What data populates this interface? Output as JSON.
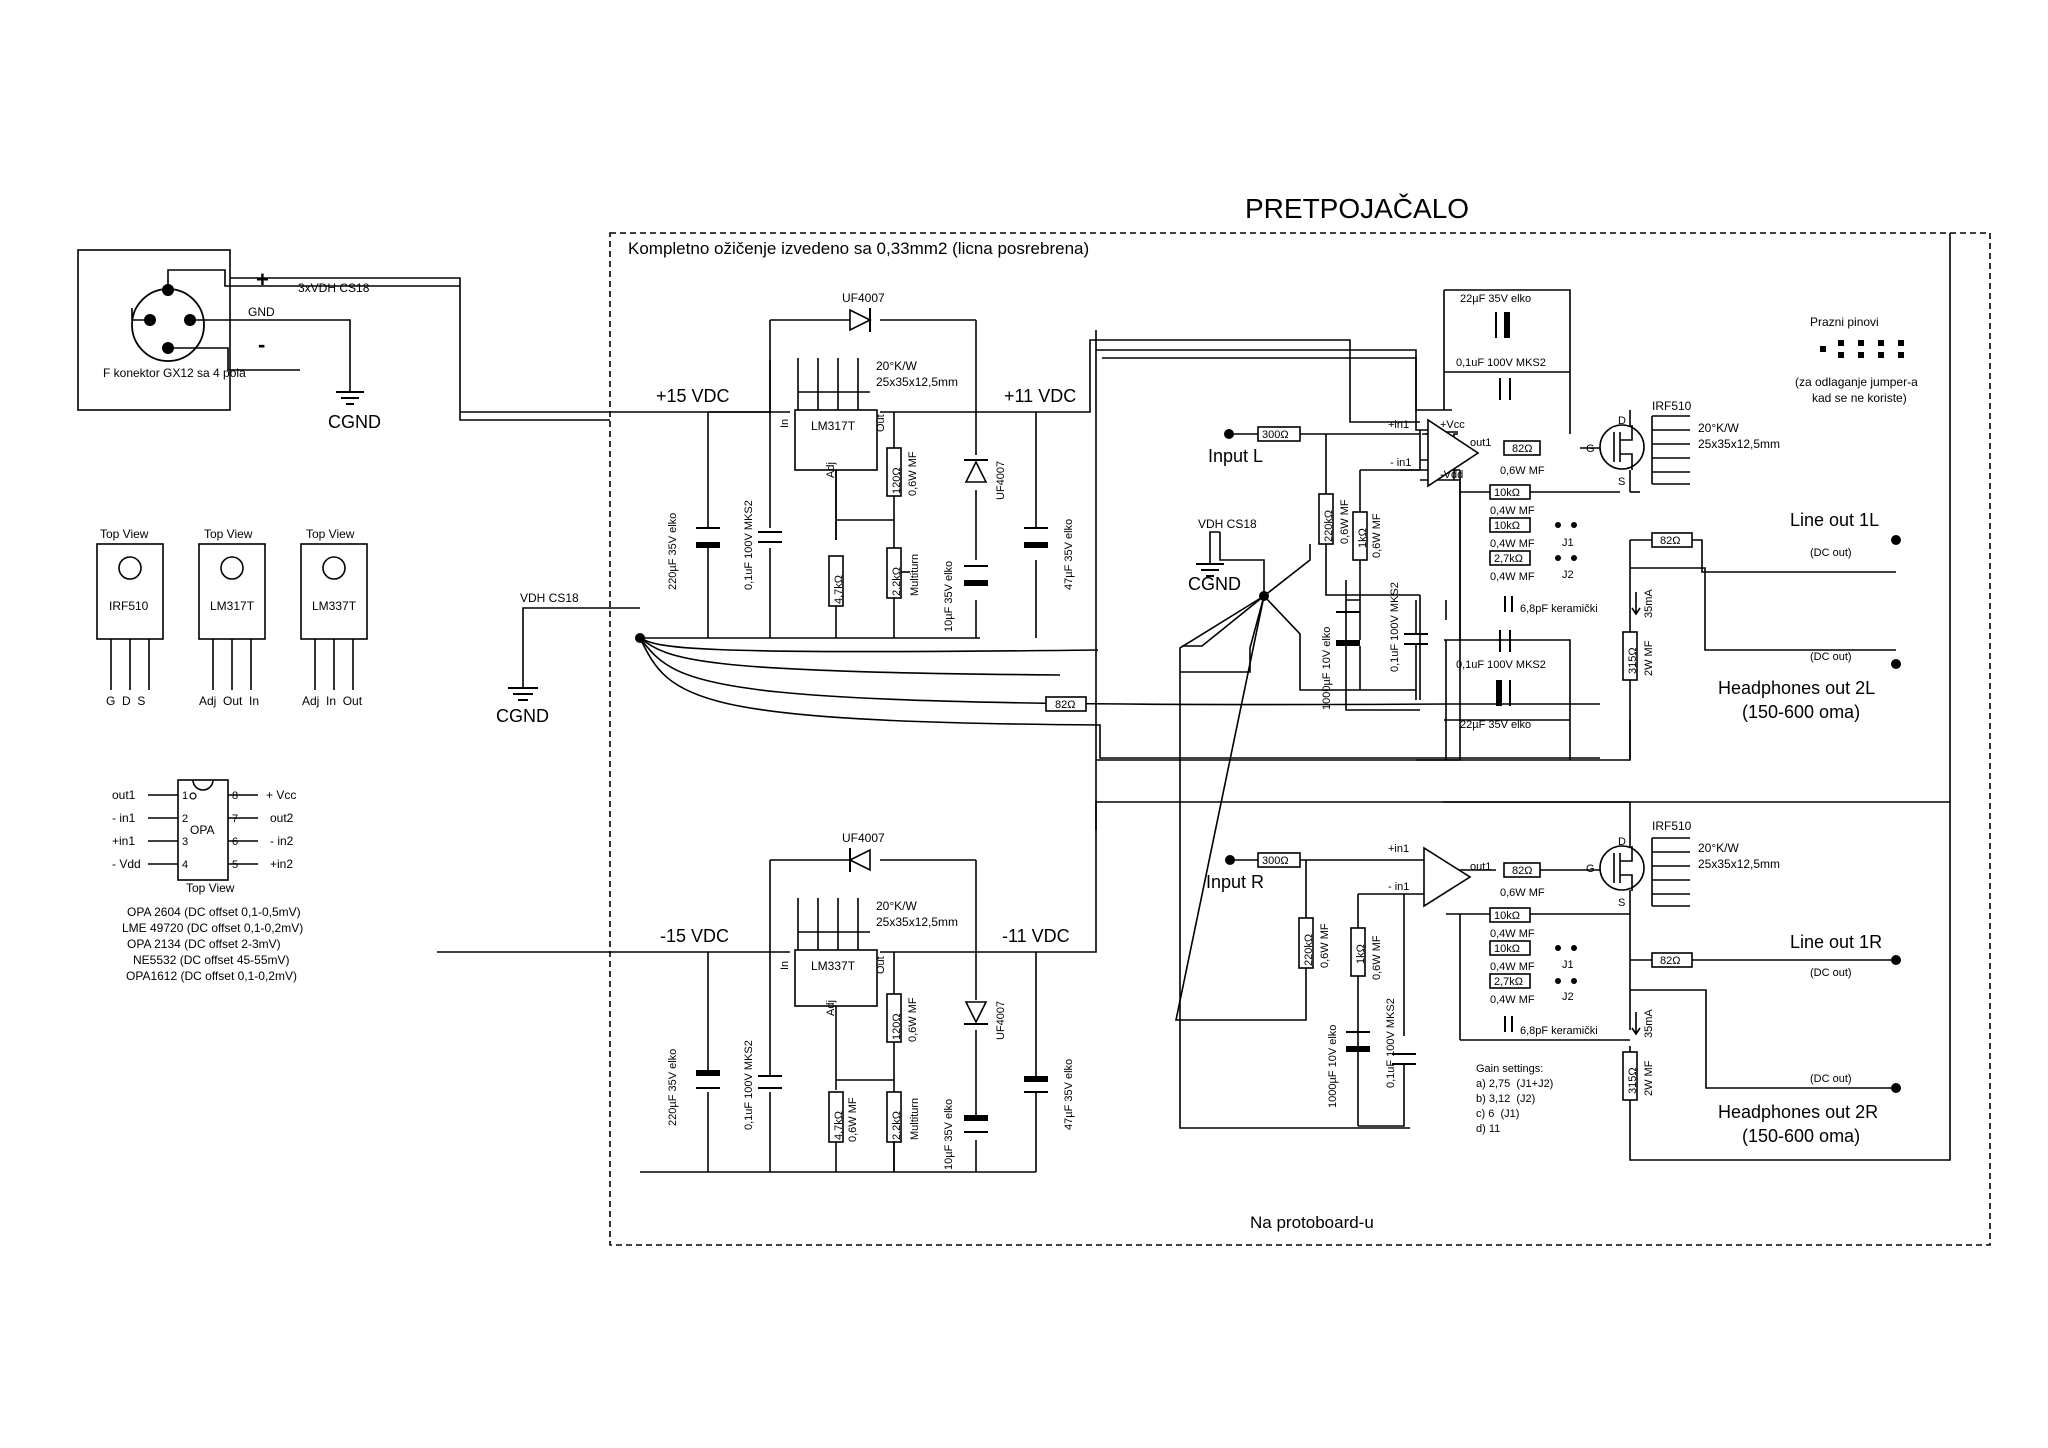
{
  "title": "PRETPOJAČALO",
  "subtitle": "Kompletno ožičenje izvedeno sa 0,33mm2 (licna posrebrena)",
  "footer": "Na protoboard-u",
  "connector": {
    "label": "F konektor GX12 sa 4 pola",
    "plus": "+",
    "minus": "-",
    "gnd": "GND",
    "cable": "3xVDH CS18",
    "cgnd": "CGND"
  },
  "packages": [
    {
      "top": "Top View",
      "name": "IRF510",
      "pins": "G  D  S"
    },
    {
      "top": "Top View",
      "name": "LM317T",
      "pins": "Adj  Out  In"
    },
    {
      "top": "Top View",
      "name": "LM337T",
      "pins": "Adj  In  Out"
    }
  ],
  "opa": {
    "name": "OPA",
    "top": "Top View",
    "left_pins": [
      "out1",
      "- in1",
      "+in1",
      "- Vdd"
    ],
    "left_nums": [
      "1",
      "2",
      "3",
      "4"
    ],
    "right_nums": [
      "8",
      "7",
      "6",
      "5"
    ],
    "right_pins": [
      "+ Vcc",
      "out2",
      "- in2",
      "+in2"
    ],
    "variants": [
      "OPA 2604 (DC offset 0,1-0,5mV)",
      "LME 49720 (DC offset 0,1-0,2mV)",
      "OPA 2134  (DC offset 2-3mV)",
      "NE5532  (DC offset 45-55mV)",
      "OPA1612  (DC offset 0,1-0,2mV)"
    ]
  },
  "psu": {
    "vin_pos": "+15 VDC",
    "vout_pos": "+11 VDC",
    "vin_neg": "-15 VDC",
    "vout_neg": "-11 VDC",
    "diode": "UF4007",
    "heatsink": "20°K/W",
    "heatsink_size": "25x35x12,5mm",
    "reg_pos": "LM317T",
    "reg_neg": "LM337T",
    "pin_in": "In",
    "pin_out": "Out",
    "pin_adj": "Adj",
    "r120": "120Ω",
    "r120_type": "0,6W MF",
    "r47k": "4,7kΩ",
    "r47k_type": "0,6W MF",
    "pot": "2,2kΩ",
    "pot_type": "Multiturn",
    "c220": "220µF 35V elko",
    "c01": "0,1uF 100V MKS2",
    "c10": "10µF 35V elko",
    "c47": "47µF 35V elko",
    "vdh": "VDH CS18",
    "cgnd": "CGND",
    "r82": "82Ω"
  },
  "amp": {
    "input_l": "Input L",
    "input_r": "Input R",
    "r300": "300Ω",
    "r220k": "220kΩ",
    "r220k_type": "0,6W MF",
    "r1k": "1kΩ",
    "r1k_type": "0,6W MF",
    "c1000": "1000µF 10V elko",
    "c01": "0,1uF 100V MKS2",
    "pin_plus_in1": "+in1",
    "pin_minus_in1": "- in1",
    "pin_out1": "out1",
    "pin_vcc": "+Vcc",
    "pin_vdd": "-Vdd",
    "r82": "82Ω",
    "r82_type": "0,6W MF",
    "r10k": "10kΩ",
    "r10k_type": "0,4W MF",
    "r27k": "2,7kΩ",
    "r27k_type": "0,4W MF",
    "j1": "J1",
    "j2": "J2",
    "c68": "6,8pF keramički",
    "c22": "22µF 35V elko",
    "c01_top": "0,1uF 100V MKS2",
    "mosfet": "IRF510",
    "hs": "20°K/W",
    "hs_size": "25x35x12,5mm",
    "g": "G",
    "d": "D",
    "s": "S",
    "r82_out": "82Ω",
    "r315": "315Ω",
    "r315_type": "2W MF",
    "i35": "35mA",
    "line_out_l": "Line out 1L",
    "line_out_r": "Line out 1R",
    "dc_out": "(DC out)",
    "hp_l": "Headphones out 2L",
    "hp_r": "Headphones out 2R",
    "hp_ohm": "(150-600 oma)",
    "vdh": "VDH CS18",
    "cgnd": "CGND"
  },
  "gain": {
    "title": "Gain settings:",
    "items": [
      "a) 2,75  (J1+J2)",
      "b) 3,12  (J2)",
      "c) 6  (J1)",
      "d) 11"
    ]
  },
  "spare": {
    "title": "Prazni pinovi",
    "note1": "(za odlaganje jumper-a",
    "note2": "kad se ne koriste)"
  }
}
